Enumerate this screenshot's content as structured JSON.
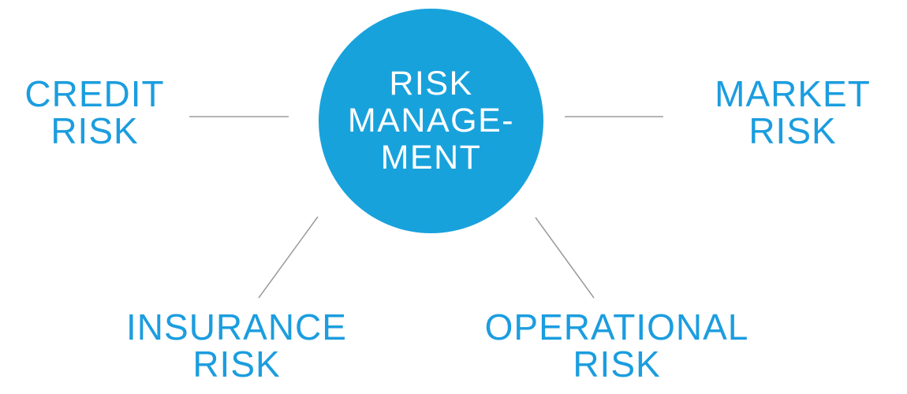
{
  "diagram": {
    "center": {
      "lines": [
        "RISK",
        "MANAGE-",
        "MENT"
      ]
    },
    "nodes": {
      "credit": {
        "lines": [
          "CREDIT",
          "RISK"
        ]
      },
      "market": {
        "lines": [
          "MARKET",
          "RISK"
        ]
      },
      "insurance": {
        "lines": [
          "INSURANCE",
          "RISK"
        ]
      },
      "operational": {
        "lines": [
          "OPERATIONAL",
          "RISK"
        ]
      }
    }
  },
  "colors": {
    "circle-fill": "#18a2dc",
    "center-text-color": "#ffffff",
    "label-color": "#1b9ddf",
    "connector-color": "#9b9b9b"
  }
}
